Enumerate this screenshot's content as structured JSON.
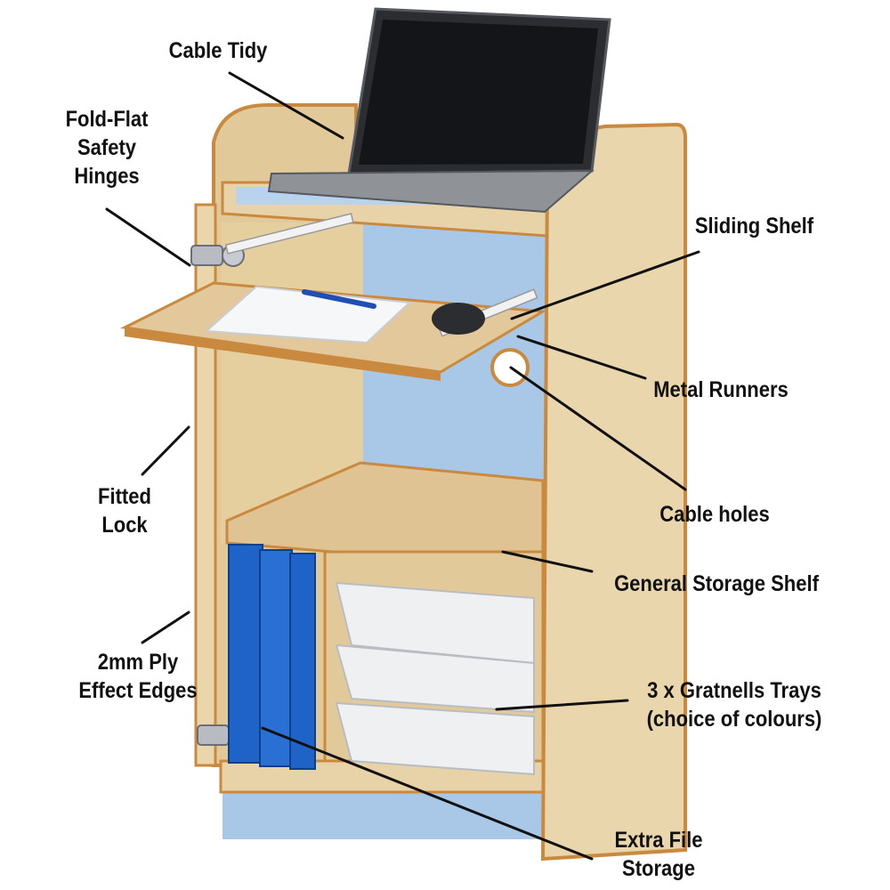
{
  "callouts": {
    "cable_tidy": "Cable Tidy",
    "fold_flat_hinges": [
      "Fold-Flat",
      "Safety",
      "Hinges"
    ],
    "sliding_shelf": "Sliding Shelf",
    "metal_runners": "Metal Runners",
    "fitted_lock": [
      "Fitted",
      "Lock"
    ],
    "cable_holes": "Cable holes",
    "general_storage_shelf": "General Storage Shelf",
    "ply_edges": [
      "2mm Ply",
      "Effect Edges"
    ],
    "gratnells_trays": [
      "3 x Gratnells Trays",
      "(choice of colours)"
    ],
    "extra_file_storage": [
      "Extra File",
      "Storage"
    ]
  },
  "colors": {
    "wood": "#e8d2a8",
    "wood_shade": "#d9bd8c",
    "edge": "#c98a3f",
    "back_panel": "#a9c8e8",
    "file_blue": "#1f63c8",
    "tray": "#eef0f2",
    "laptop": "#2b2d31"
  }
}
